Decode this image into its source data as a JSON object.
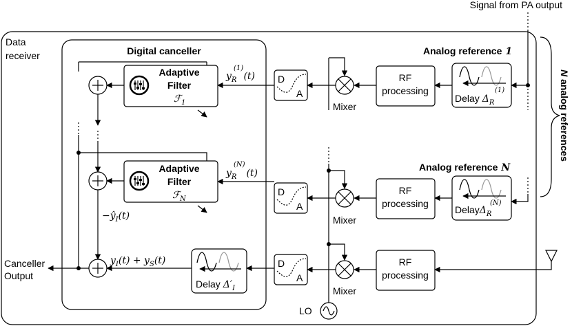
{
  "labels": {
    "pa_signal": "Signal from PA output",
    "data_receiver_1": "Data",
    "data_receiver_2": "receiver",
    "digital_canceller": "Digital canceller",
    "analog_ref_1": "Analog reference",
    "analog_ref_1_idx": "1",
    "analog_ref_n": "Analog reference",
    "analog_ref_n_idx": "N",
    "n_refs_italic": "N",
    "n_refs_rest": " analog references",
    "adaptive": "Adaptive",
    "filter": "Filter",
    "f_sym": "ℱ",
    "f_sub_1": "1",
    "f_sub_n": "N",
    "rf": "RF",
    "processing": "processing",
    "delay": "Delay",
    "delta": "Δ",
    "delta_sub_r": "R",
    "sup_1": "(1)",
    "sup_n": "(N)",
    "delta_prime": "Δ′",
    "delta_sub_i": "I",
    "mixer": "Mixer",
    "d": "D",
    "a": "A",
    "y_r": "y",
    "arg_t": "(t)",
    "neg_yhat": "−ŷ",
    "y_sum_y": "y",
    "y_sum_mid": "(t) + y",
    "y_sum_s": "S",
    "canceller_1": "Canceller",
    "canceller_2": "Output",
    "lo": "LO",
    "vdots": "⋮"
  },
  "colors": {
    "line": "#000000",
    "wave_gray": "#999999"
  }
}
